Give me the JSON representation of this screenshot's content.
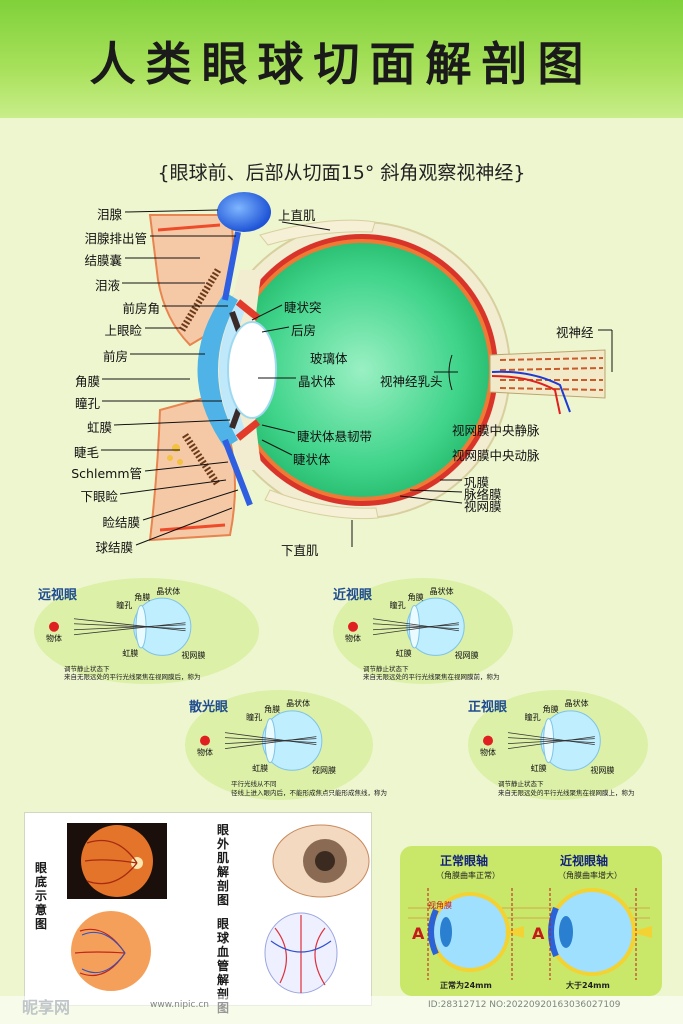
{
  "title": "人类眼球切面解剖图",
  "subtitle": "{眼球前、后部从切面15° 斜角观察视神经}",
  "main_labels": {
    "lacrimal_gland": "泪腺",
    "lacrimal_duct": "泪腺排出管",
    "conj_sac": "结膜囊",
    "tears": "泪液",
    "ant_chamber_angle": "前房角",
    "upper_eyelid": "上眼睑",
    "ant_chamber": "前房",
    "cornea": "角膜",
    "pupil": "瞳孔",
    "iris": "虹膜",
    "eyelash": "睫毛",
    "schlemm": "Schlemm管",
    "lower_eyelid": "下眼睑",
    "palp_conj": "睑结膜",
    "bulb_conj": "球结膜",
    "sup_rectus": "上直肌",
    "ciliary_process": "睫状突",
    "post_chamber": "后房",
    "vitreous": "玻璃体",
    "lens": "晶状体",
    "zonule": "睫状体悬韧带",
    "ciliary_body": "睫状体",
    "optic_nerve": "视神经",
    "optic_disc": "视神经乳头",
    "cr_vein": "视网膜中央静脉",
    "cr_artery": "视网膜中央动脉",
    "sclera": "巩膜",
    "choroid": "脉络膜",
    "retina": "视网膜",
    "inf_rectus": "下直肌"
  },
  "vision_panels": [
    {
      "name": "远视眼",
      "lens": "晶状体",
      "cornea": "角膜",
      "pupil": "瞳孔",
      "iris": "虹膜",
      "retina": "视网膜",
      "object": "物体",
      "note1": "调节静止状态下",
      "note2": "来自无限远处的平行光线聚焦在视网膜后，称为"
    },
    {
      "name": "近视眼",
      "lens": "晶状体",
      "cornea": "角膜",
      "pupil": "瞳孔",
      "iris": "虹膜",
      "retina": "视网膜",
      "object": "物体",
      "note1": "调节静止状态下",
      "note2": "来自无限远处的平行光线聚焦在视网膜前，称为"
    },
    {
      "name": "散光眼",
      "lens": "晶状体",
      "cornea": "角膜",
      "pupil": "瞳孔",
      "iris": "虹膜",
      "retina": "视网膜",
      "object": "物体",
      "note1": "平行光线从不同",
      "note2": "径线上进入眼内后，不能形成焦点只能形成焦线，称为"
    },
    {
      "name": "正视眼",
      "lens": "晶状体",
      "cornea": "角膜",
      "pupil": "瞳孔",
      "iris": "虹膜",
      "retina": "视网膜",
      "object": "物体",
      "note1": "调节静止状态下",
      "note2": "来自无限远处的平行光线聚焦在视网膜上，称为"
    }
  ],
  "fundus": {
    "title": "眼底示意图"
  },
  "extraocular": {
    "title": "眼外肌解剖图"
  },
  "vascular": {
    "title": "眼球血管解剖图"
  },
  "axis": {
    "normal_title": "正常眼轴",
    "normal_sub": "（角膜曲率正常）",
    "normal_len": "正常为24mm",
    "myopia_title": "近视眼轴",
    "myopia_sub": "（角膜曲率增大）",
    "myopia_len": "大于24mm",
    "cornea_lbl": "视角膜",
    "letter_a": "A",
    "letter_a2": "A"
  },
  "watermark": {
    "brand": "昵享网",
    "url": "www.nipic.cn",
    "id": "ID:28312712 NO:20220920163036027109"
  },
  "colors": {
    "header": "#8fd646",
    "bg": "#eef6cf",
    "vitreous": "#3fd48a",
    "sclera": "#f2ecd0",
    "retina": "#d9342a"
  }
}
